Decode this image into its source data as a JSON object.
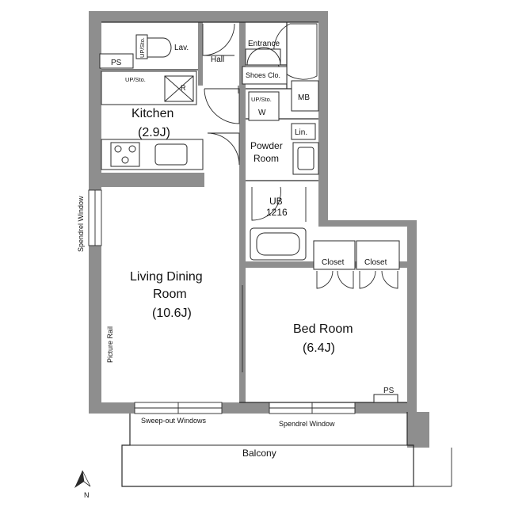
{
  "rooms": {
    "kitchen": {
      "name": "Kitchen",
      "size": "(2.9J)"
    },
    "living": {
      "name_line1": "Living Dining",
      "name_line2": "Room",
      "size": "(10.6J)"
    },
    "bedroom": {
      "name": "Bed Room",
      "size": "(6.4J)"
    },
    "powder": {
      "name_line1": "Powder",
      "name_line2": "Room"
    },
    "balcony": {
      "name": "Balcony"
    },
    "hall": {
      "name": "Hall"
    },
    "entrance": {
      "name": "Entrance"
    }
  },
  "fixtures": {
    "lav": "Lav.",
    "ps_top": "PS",
    "ps_bedroom": "PS",
    "up_sto_toilet": "UP/Sto.",
    "up_sto_kitchen": "UP/Sto.",
    "up_sto_washer": "UP/Sto.",
    "refrigerator": "R",
    "shoes_closet": "Shoes Clo.",
    "mb": "MB",
    "washer": "W",
    "linen": "Lin.",
    "unit_bath_line1": "UB",
    "unit_bath_line2": "1216",
    "closet_left": "Closet",
    "closet_right": "Closet"
  },
  "windows": {
    "spendrel_left": "Spendrel Window",
    "picture_rail": "Picture Rail",
    "sweep_out": "Sweep-out Windows",
    "spendrel_bottom": "Spendrel Window"
  },
  "compass": {
    "label": "N"
  }
}
